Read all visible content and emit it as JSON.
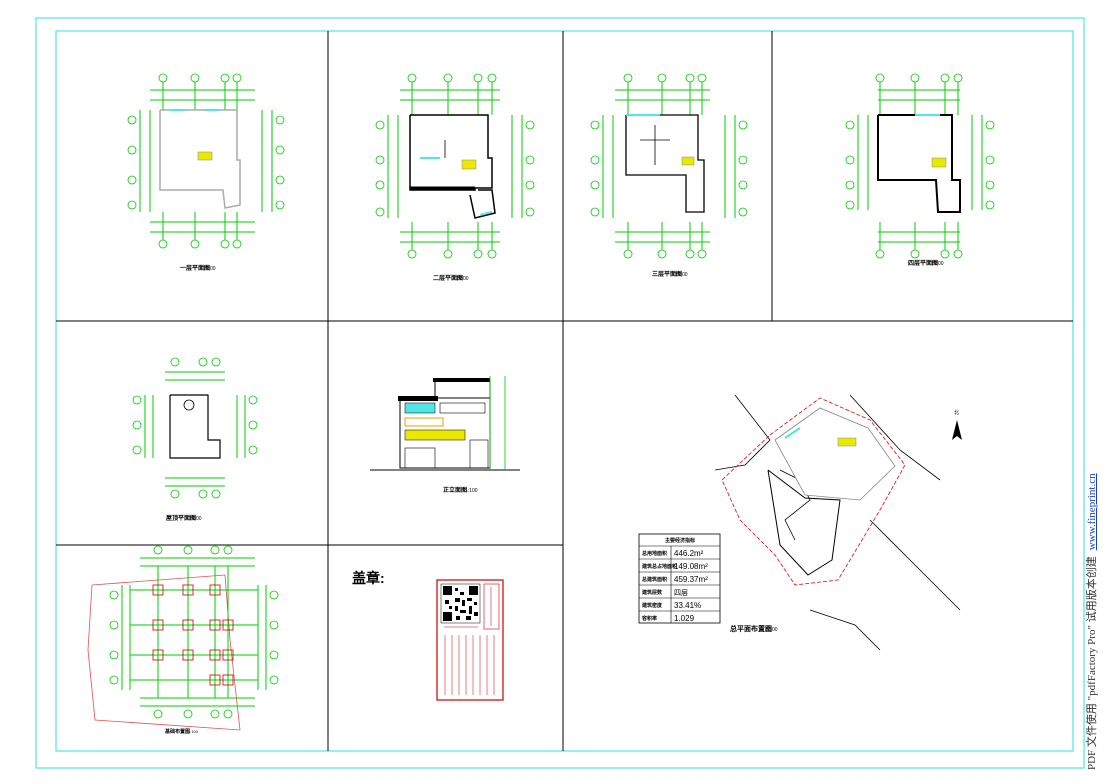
{
  "panels": {
    "plan1_title": "一层平面图",
    "plan2_title": "二层平面图",
    "plan3_title": "三层平面图",
    "plan4_title": "四层平面图",
    "roof_title": "屋顶平面图",
    "elevation_title": "正立面图",
    "foundation_title": "基础布置图",
    "site_title": "总平面布置图",
    "scale": "1:100"
  },
  "seal": {
    "label": "盖章:"
  },
  "indicators": {
    "title": "主要经济指标",
    "rows": [
      {
        "name": "总用地面积",
        "value": "446.2m²"
      },
      {
        "name": "建筑总占地面积",
        "value": "149.08m²"
      },
      {
        "name": "总建筑面积",
        "value": "459.37m²"
      },
      {
        "name": "建筑层数",
        "value": "四层"
      },
      {
        "name": "建筑密度",
        "value": "33.41%"
      },
      {
        "name": "容积率",
        "value": "1.029"
      }
    ]
  },
  "site": {
    "north_label": "北"
  },
  "watermark": {
    "text": "PDF 文件使用 \"pdfFactory Pro\" 试用版本创建",
    "link": "www.fineprint.cn"
  },
  "colors": {
    "frame": "#4fe6e6",
    "dimension": "#00cc00",
    "plot_line": "#e02020",
    "accent_yellow": "#e8e800"
  }
}
